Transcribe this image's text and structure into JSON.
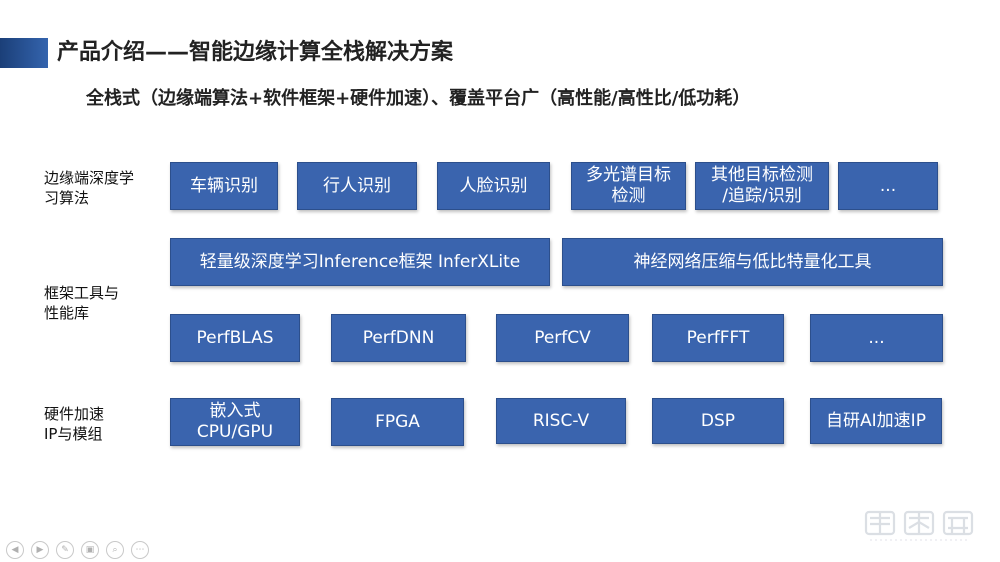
{
  "slide": {
    "title": "产品介绍——智能边缘计算全栈解决方案",
    "subtitle": "全栈式（边缘端算法+软件框架+硬件加速）、覆盖平台广（高性能/高性比/低功耗）"
  },
  "rows": [
    {
      "label": "边缘端深度学\n习算法",
      "boxes": [
        "车辆识别",
        "行人识别",
        "人脸识别",
        "多光谱目标\n检测",
        "其他目标检测\n/追踪/识别",
        "..."
      ]
    },
    {
      "label": "框架工具与\n性能库",
      "boxes_top": [
        "轻量级深度学习Inference框架 InferXLite",
        "神经网络压缩与低比特量化工具"
      ],
      "boxes_bottom": [
        "PerfBLAS",
        "PerfDNN",
        "PerfCV",
        "PerfFFT",
        "..."
      ]
    },
    {
      "label": "硬件加速\nIP与模组",
      "boxes": [
        "嵌入式\nCPU/GPU",
        "FPGA",
        "RISC-V",
        "DSP",
        "自研AI加速IP"
      ]
    }
  ],
  "toolbar": {
    "icons": [
      "previous-icon",
      "next-icon",
      "pen-icon",
      "slides-icon",
      "zoom-icon",
      "more-icon"
    ]
  },
  "watermark": {
    "icon": "zhidongxi-logo-icon"
  }
}
